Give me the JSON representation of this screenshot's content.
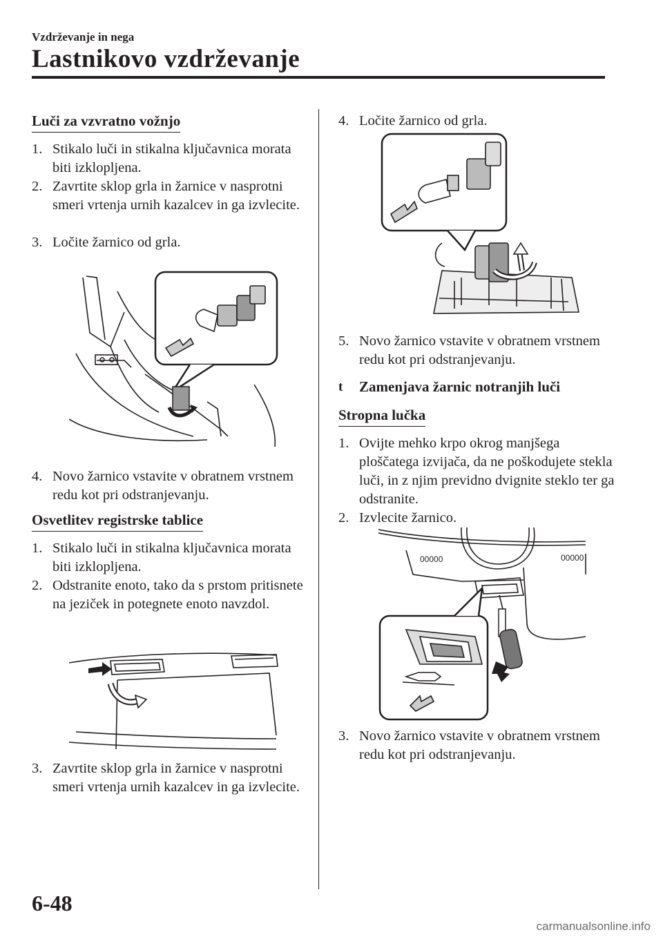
{
  "header": {
    "kicker": "Vzdrževanje in nega",
    "title": "Lastnikovo vzdrževanje"
  },
  "left": {
    "s1": {
      "heading": "Luči za vzvratno vožnjo",
      "steps": [
        {
          "n": "1.",
          "text": "Stikalo luči in stikalna ključavnica morata biti izklopljena."
        },
        {
          "n": "2.",
          "text": "Zavrtite sklop grla in žarnice v nasprotni smeri vrtenja urnih kazalcev in ga izvlecite."
        },
        {
          "n": "3.",
          "text": "Ločite žarnico od grla."
        },
        {
          "n": "4.",
          "text": "Novo žarnico vstavite v obratnem vrstnem redu kot pri odstranjevanju."
        }
      ]
    },
    "s2": {
      "heading": "Osvetlitev registrske tablice",
      "steps": [
        {
          "n": "1.",
          "text": "Stikalo luči in stikalna ključavnica morata biti izklopljena."
        },
        {
          "n": "2.",
          "text": "Odstranite enoto, tako da s prstom pritisnete na jeziček in potegnete enoto navzdol."
        },
        {
          "n": "3.",
          "text": "Zavrtite sklop grla in žarnice v nasprotni smeri vrtenja urnih kazalcev in ga izvlecite."
        }
      ]
    }
  },
  "right": {
    "steps_a": [
      {
        "n": "4.",
        "text": "Ločite žarnico od grla."
      },
      {
        "n": "5.",
        "text": "Novo žarnico vstavite v obratnem vrstnem redu kot pri odstranjevanju."
      }
    ],
    "section": {
      "mark": "t",
      "title": "Zamenjava žarnic notranjih luči"
    },
    "s3": {
      "heading": "Stropna lučka",
      "steps": [
        {
          "n": "1.",
          "text": "Ovijte mehko krpo okrog manjšega ploščatega izvijača, da ne poškodujete stekla luči, in z njim previdno dvignite steklo ter ga odstranite."
        },
        {
          "n": "2.",
          "text": "Izvlecite žarnico."
        },
        {
          "n": "3.",
          "text": "Novo žarnico vstavite v obratnem vrstnem redu kot pri odstranjevanju."
        }
      ]
    },
    "lamp_marks": [
      "00000",
      "00000"
    ]
  },
  "footer": {
    "page": "6-48",
    "watermark": "carmanualsonline.info"
  }
}
